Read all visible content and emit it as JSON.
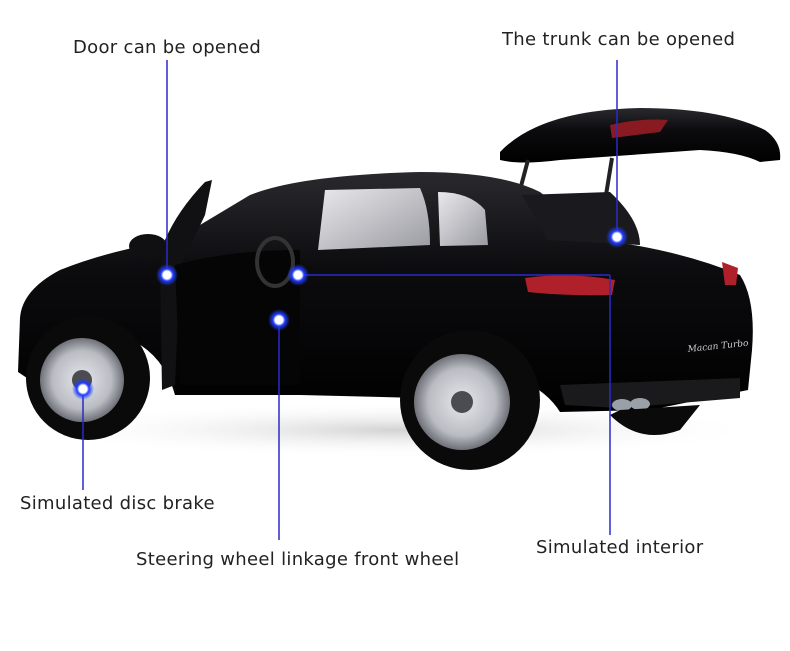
{
  "callouts": {
    "door": "Door can be opened",
    "trunk": "The trunk can be opened",
    "disc_brake": "Simulated disc brake",
    "steering": "Steering wheel linkage front wheel",
    "interior": "Simulated interior"
  },
  "badge": "Macan Turbo",
  "colors": {
    "body": "#0b0b0d",
    "pointer_line": "#2a2ac8",
    "pointer_dot": "#1f3cff",
    "taillight": "#b0202a",
    "rim": "#b9bcc2"
  }
}
